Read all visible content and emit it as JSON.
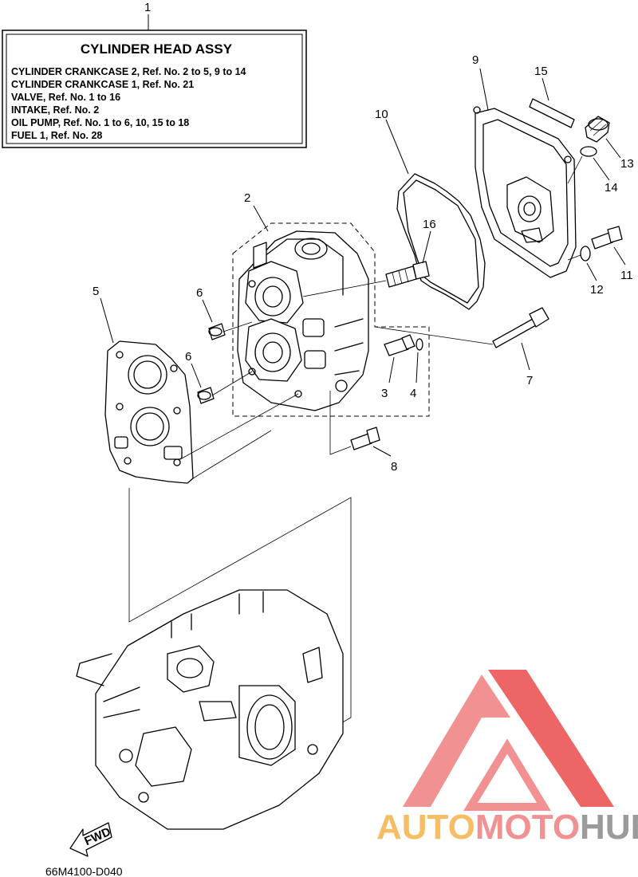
{
  "info_box": {
    "title": "CYLINDER HEAD ASSY",
    "lines": [
      "CYLINDER CRANKCASE 2,  Ref. No. 2 to 5, 9 to 14",
      "CYLINDER CRANKCASE 1,  Ref. No. 21",
      "VALVE,  Ref. No. 1 to 16",
      "INTAKE, Ref. No. 2",
      "OIL PUMP,  Ref. No. 1 to 6,  10,  15 to 18",
      "FUEL 1, Ref. No. 28"
    ]
  },
  "callouts": {
    "c1": "1",
    "c2": "2",
    "c3": "3",
    "c4": "4",
    "c5": "5",
    "c6a": "6",
    "c6b": "6",
    "c7": "7",
    "c8": "8",
    "c9": "9",
    "c10": "10",
    "c11": "11",
    "c12": "12",
    "c13": "13",
    "c14": "14",
    "c15": "15",
    "c16": "16"
  },
  "fwd_label": "FWD",
  "diagram_code": "66M4100-D040",
  "watermark": {
    "part1": "AUTO",
    "part2": "MOTO",
    "part3": "HUB",
    "colors": {
      "orange": "#f5b24a",
      "pink": "#f07e7e",
      "red": "#ec4b4b",
      "grey": "#8a8a8a"
    }
  }
}
